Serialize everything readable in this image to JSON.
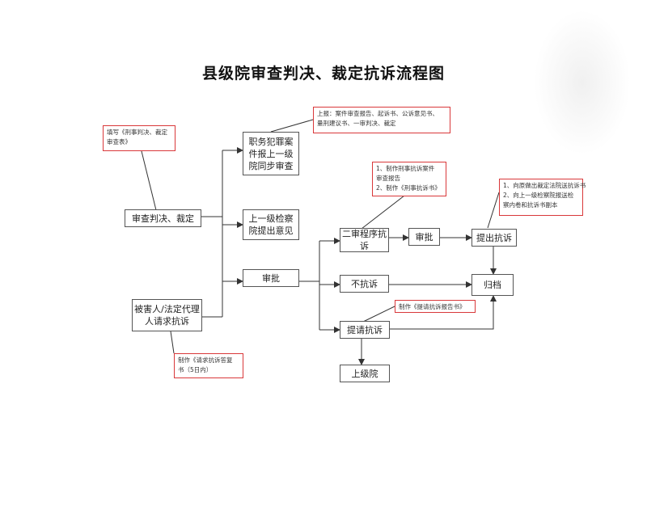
{
  "title": "县级院审查判决、裁定抗诉流程图",
  "nodes": {
    "review_judgment": "审查判决、裁定",
    "victim_request": "被害人/法定代理人请求抗诉",
    "staff_report": "职务犯罪案件报上一级院同步审查",
    "upper_opinion": "上一级检察院提出意见",
    "approval": "审批",
    "second_instance": "二审程序抗诉",
    "no_protest": "不抗诉",
    "request_protest": "提请抗诉",
    "upper_court": "上级院",
    "approve2": "审批",
    "file_protest": "提出抗诉",
    "archive": "归档"
  },
  "notes": {
    "fill_form": [
      "填写《刑事判决、裁定",
      "审查表》"
    ],
    "report": [
      "上报：案件审查报告、起诉书、公诉意见书、",
      "量刑建议书、一审判决、裁定"
    ],
    "make_report": [
      "1、制作刑事抗诉案件",
      "审查报告",
      "2、制作《刑事抗诉书》"
    ],
    "submit": [
      "1、向原做出裁定法院送抗诉书",
      "2、向上一级检察院报送检",
      "察内卷和抗诉书副本"
    ],
    "make_request": [
      "制作《提请抗诉报告书》"
    ],
    "make_reply": [
      "制作《请求抗诉答复",
      "书（5日内）"
    ]
  },
  "colors": {
    "note_border": "#d9383a",
    "box_border": "#555555",
    "arrow": "#333333"
  }
}
